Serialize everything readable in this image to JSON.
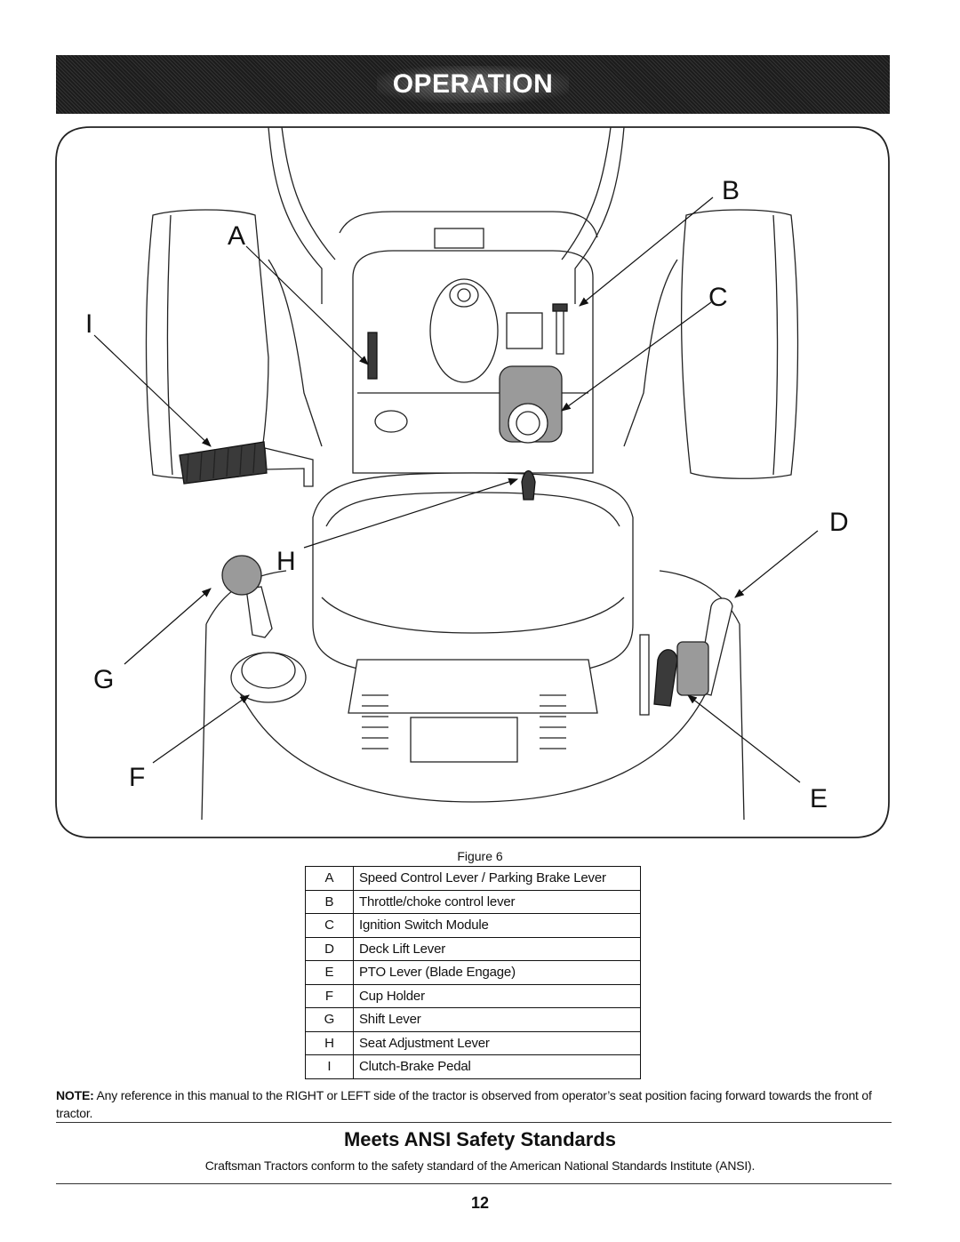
{
  "header": {
    "title": "OPERATION"
  },
  "figure": {
    "caption": "Figure 6",
    "callouts": [
      "A",
      "B",
      "C",
      "D",
      "E",
      "F",
      "G",
      "H",
      "I"
    ]
  },
  "legend": {
    "rows": [
      {
        "key": "A",
        "label": "Speed Control Lever / Parking Brake Lever"
      },
      {
        "key": "B",
        "label": "Throttle/choke control lever"
      },
      {
        "key": "C",
        "label": "Ignition Switch Module"
      },
      {
        "key": "D",
        "label": "Deck Lift Lever"
      },
      {
        "key": "E",
        "label": "PTO Lever (Blade Engage)"
      },
      {
        "key": "F",
        "label": "Cup Holder"
      },
      {
        "key": "G",
        "label": "Shift Lever"
      },
      {
        "key": "H",
        "label": "Seat Adjustment Lever"
      },
      {
        "key": "I",
        "label": "Clutch-Brake Pedal"
      }
    ]
  },
  "note": {
    "label": "NOTE:",
    "text": "Any reference in this manual to the RIGHT or LEFT side of the tractor is observed from operator’s seat position facing forward towards the front of tractor."
  },
  "ansi": {
    "title": "Meets ANSI Safety Standards",
    "text": "Craftsman Tractors conform to the safety standard of the American National Standards Institute (ANSI)."
  },
  "page_number": "12"
}
